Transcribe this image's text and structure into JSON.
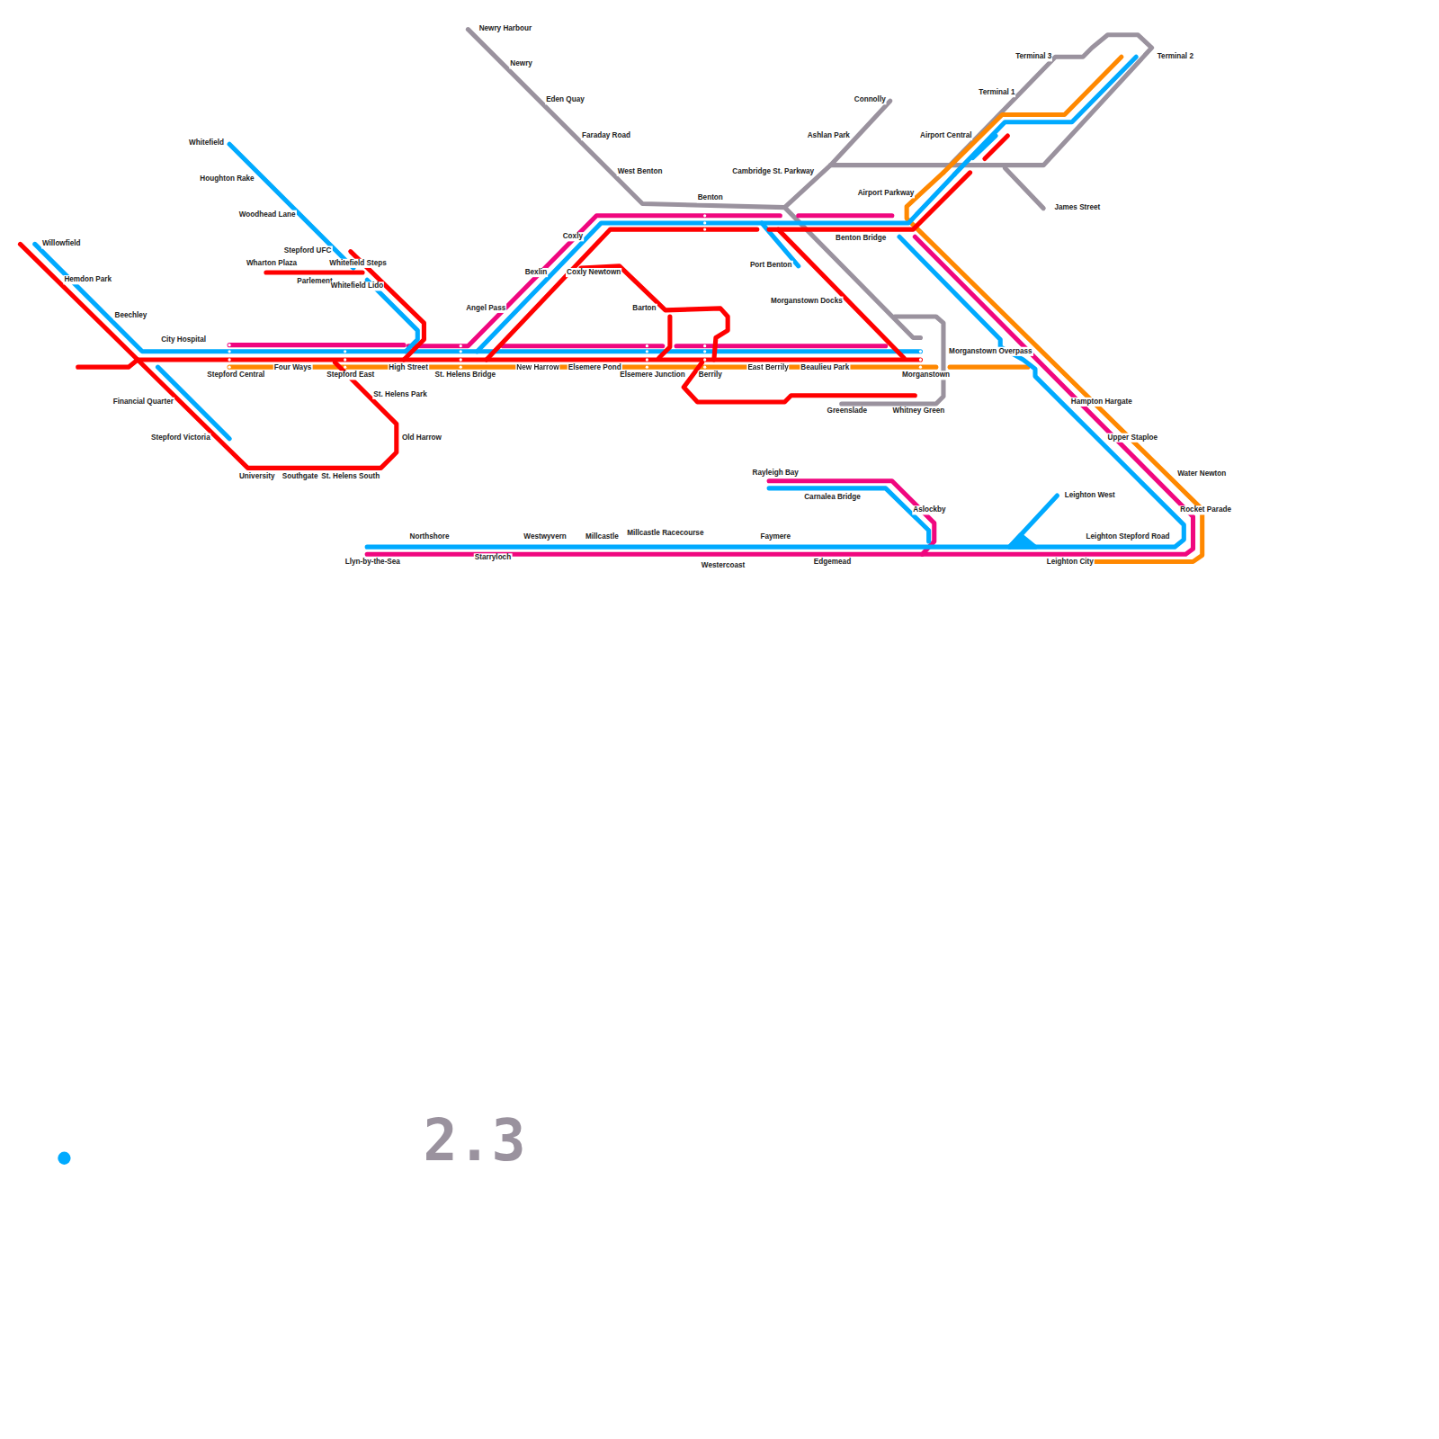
{
  "diagram": {
    "labels": [
      "Newry Harbour",
      "Newry",
      "Eden Quay",
      "Faraday Road",
      "West Benton",
      "Benton",
      "Connolly",
      "Ashlan Park",
      "Cambridge St. Parkway",
      "Terminal 3",
      "Terminal 2",
      "Terminal 1",
      "Airport Central",
      "Airport Parkway",
      "James Street",
      "Whitefield",
      "Houghton Rake",
      "Woodhead Lane",
      "Stepford UFC",
      "Whitefield Steps",
      "Wharton Plaza",
      "Parlement",
      "Whitefield Lido",
      "Willowfield",
      "Hemdon Park",
      "Beechley",
      "City Hospital",
      "Coxly",
      "Bexlin",
      "Coxly Newtown",
      "Angel Pass",
      "Barton",
      "Port Benton",
      "Benton Bridge",
      "Morganstown Docks",
      "Morganstown Overpass",
      "Stepford Central",
      "Four Ways",
      "Stepford East",
      "High Street",
      "St. Helens Bridge",
      "New Harrow",
      "Elsemere Pond",
      "Elsemere Junction",
      "Berrily",
      "East Berrily",
      "Beaulieu Park",
      "Morganstown",
      "St. Helens Park",
      "Old Harrow",
      "Financial Quarter",
      "Stepford Victoria",
      "University",
      "Southgate",
      "St. Helens South",
      "Greenslade",
      "Whitney Green",
      "Hampton Hargate",
      "Upper Staploe",
      "Water Newton",
      "Rocket Parade",
      "Rayleigh Bay",
      "Carnalea Bridge",
      "Aslockby",
      "Leighton West",
      "Leighton Stepford Road",
      "Northshore",
      "Westwyvern",
      "Millcastle",
      "Millcastle Racecourse",
      "Faymere",
      "Llyn-by-the-Sea",
      "Starryloch",
      "Westercoast",
      "Edgemead",
      "Leighton City",
      "2.3"
    ]
  }
}
